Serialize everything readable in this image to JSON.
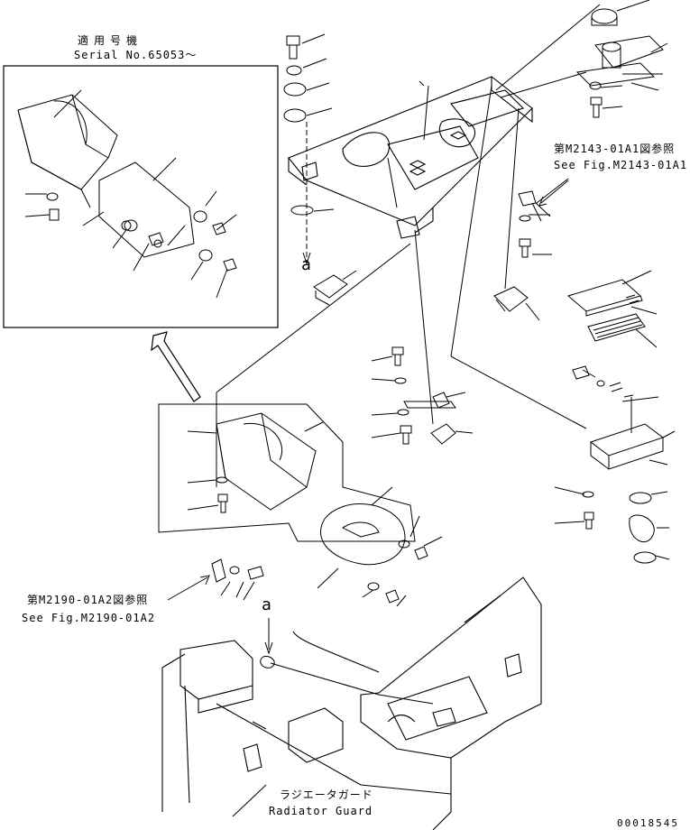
{
  "serial_box": {
    "title_jp": "適用号機",
    "serial": "Serial No.65053～"
  },
  "ref_m2143": {
    "jp": "第M2143-01A1図参照",
    "en": "See Fig.M2143-01A1"
  },
  "ref_m2190": {
    "jp": "第M2190-01A2図参照",
    "en": "See Fig.M2190-01A2"
  },
  "radiator_guard": {
    "jp": "ラジエータガード",
    "en": "Radiator Guard"
  },
  "callouts": {
    "a_top": "a",
    "a_bottom": "a"
  },
  "drawing_number": "00018545"
}
